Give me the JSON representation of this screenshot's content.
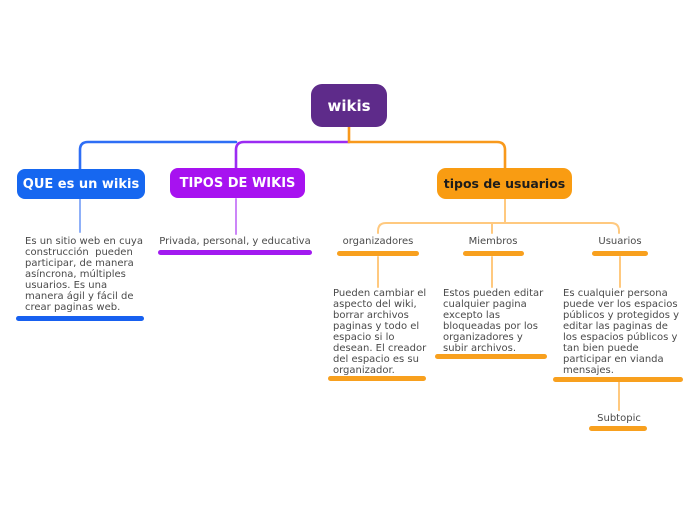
{
  "colors": {
    "root_bg": "#5E2B8A",
    "que_bg": "#1667F0",
    "tipos_bg": "#A712F0",
    "usuarios_bg": "#F99C12",
    "line_blue": "#2E6EF5",
    "line_blue_light": "#8FB0F8",
    "line_purple": "#9B2BF2",
    "line_purple_light": "#CC86F8",
    "line_orange": "#F8991C",
    "line_orange_light": "#FFC97F",
    "bar_blue": "#1760F0",
    "bar_purple": "#A21AF0",
    "bar_orange": "#F8A01E",
    "text_gray": "#4A4A4A"
  },
  "map": {
    "root": {
      "label": "wikis"
    },
    "branches": {
      "que": {
        "label": "QUE es un wikis",
        "note": "Es un sitio web en cuya\nconstrucción  pueden\nparticipar, de manera\nasíncrona, múltiples\nusuarios. Es una\nmanera ágil y fácil de\ncrear paginas web."
      },
      "tipos": {
        "label": "TIPOS DE WIKIS",
        "child_label": "Privada, personal, y educativa"
      },
      "usuarios": {
        "label": "tipos de usuarios",
        "children": {
          "organizadores": {
            "label": "organizadores",
            "note": "Pueden cambiar el\naspecto del wiki,\nborrar archivos\npaginas y todo el\nespacio si lo\ndesean. El creador\ndel espacio es su\norganizador."
          },
          "miembros": {
            "label": "Miembros",
            "note": "Estos pueden editar\ncualquier pagina\nexcepto las\nbloqueadas por los\norganizadores y\nsubir archivos."
          },
          "usuarios": {
            "label": "Usuarios",
            "note": "Es cualquier persona\npuede ver los espacios\npúblicos y protegidos y\neditar las paginas de\nlos espacios públicos y\ntan bien puede\nparticipar en vianda\nmensajes.",
            "subtopic": "Subtopic"
          }
        }
      }
    }
  }
}
